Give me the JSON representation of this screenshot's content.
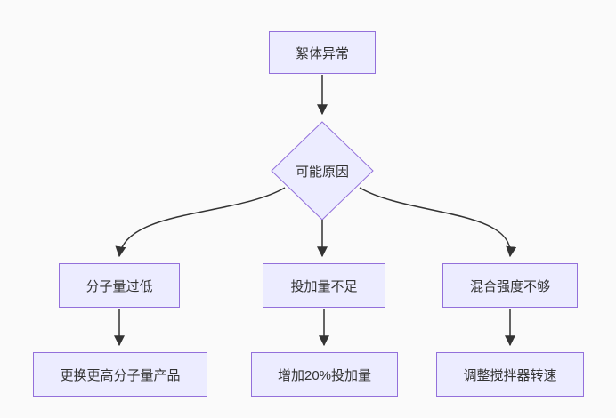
{
  "diagram": {
    "type": "flowchart-top-down",
    "colors": {
      "background": "#fafafa",
      "node_fill": "#ECECFF",
      "node_border": "#9370DB",
      "edge_color": "#333333",
      "text_color": "#333333"
    },
    "nodes": {
      "root": {
        "label": "絮体异常",
        "shape": "rect"
      },
      "decision": {
        "label": "可能原因",
        "shape": "diamond"
      },
      "cause1": {
        "label": "分子量过低",
        "shape": "rect"
      },
      "cause2": {
        "label": "投加量不足",
        "shape": "rect"
      },
      "cause3": {
        "label": "混合强度不够",
        "shape": "rect"
      },
      "action1": {
        "label": "更换更高分子量产品",
        "shape": "rect"
      },
      "action2": {
        "label": "增加20%投加量",
        "shape": "rect"
      },
      "action3": {
        "label": "调整搅拌器转速",
        "shape": "rect"
      }
    },
    "edges": [
      {
        "from": "root",
        "to": "decision"
      },
      {
        "from": "decision",
        "to": "cause1"
      },
      {
        "from": "decision",
        "to": "cause2"
      },
      {
        "from": "decision",
        "to": "cause3"
      },
      {
        "from": "cause1",
        "to": "action1"
      },
      {
        "from": "cause2",
        "to": "action2"
      },
      {
        "from": "cause3",
        "to": "action3"
      }
    ]
  }
}
